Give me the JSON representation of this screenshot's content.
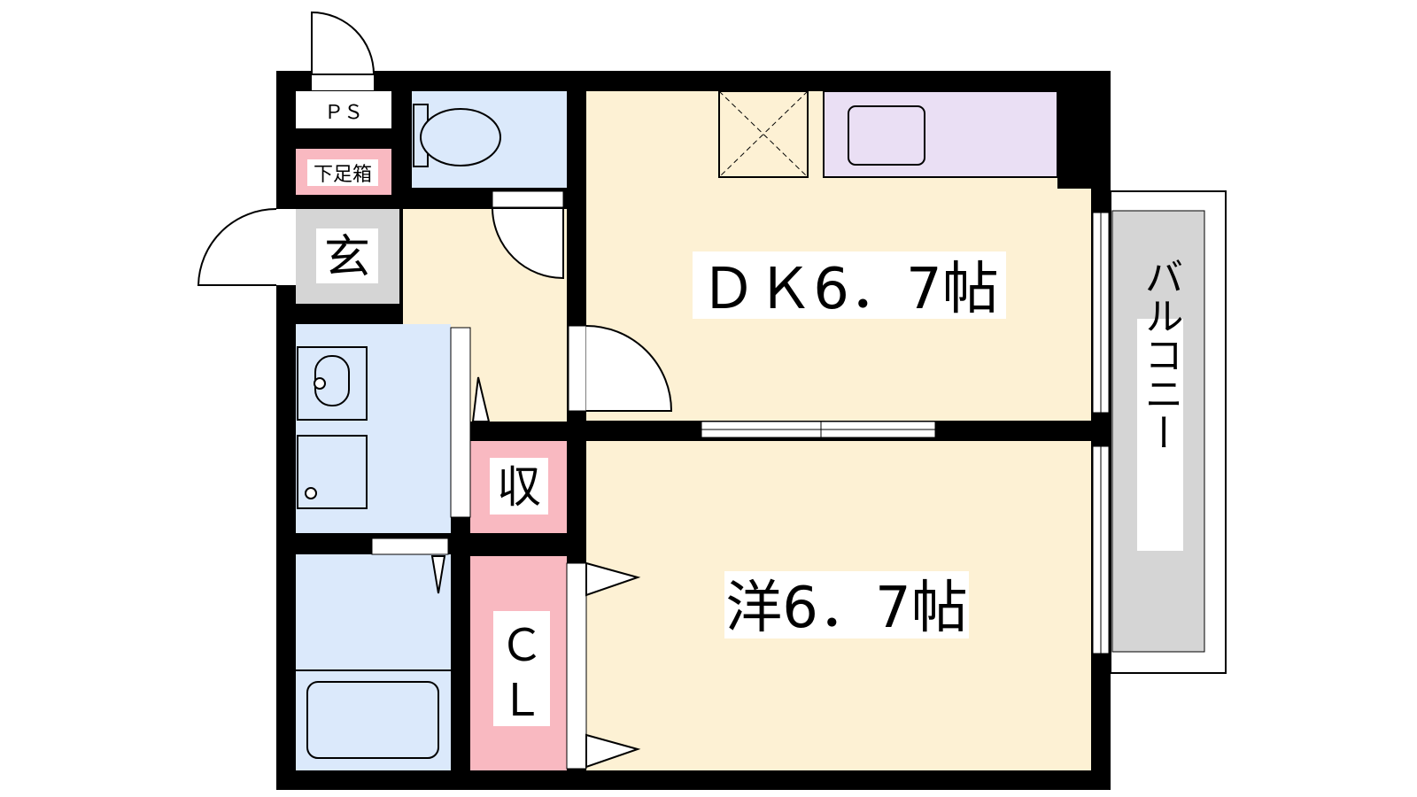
{
  "rooms": {
    "dk": "ＤＫ6．7帖",
    "western": "洋6．7帖",
    "storage": "収",
    "closet": "ＣＬ",
    "entrance": "玄",
    "shoe_cabinet": "下足箱",
    "ps": "ＰＳ",
    "balcony": "バルコニー"
  },
  "colors": {
    "wall": "#000000",
    "floor": "#fdf1d4",
    "wet_area": "#dbe9fb",
    "storage": "#f9b9c1",
    "entrance": "#d5d5d5",
    "kitchen_counter": "#eadff4",
    "balcony": "#d5d5d5"
  }
}
